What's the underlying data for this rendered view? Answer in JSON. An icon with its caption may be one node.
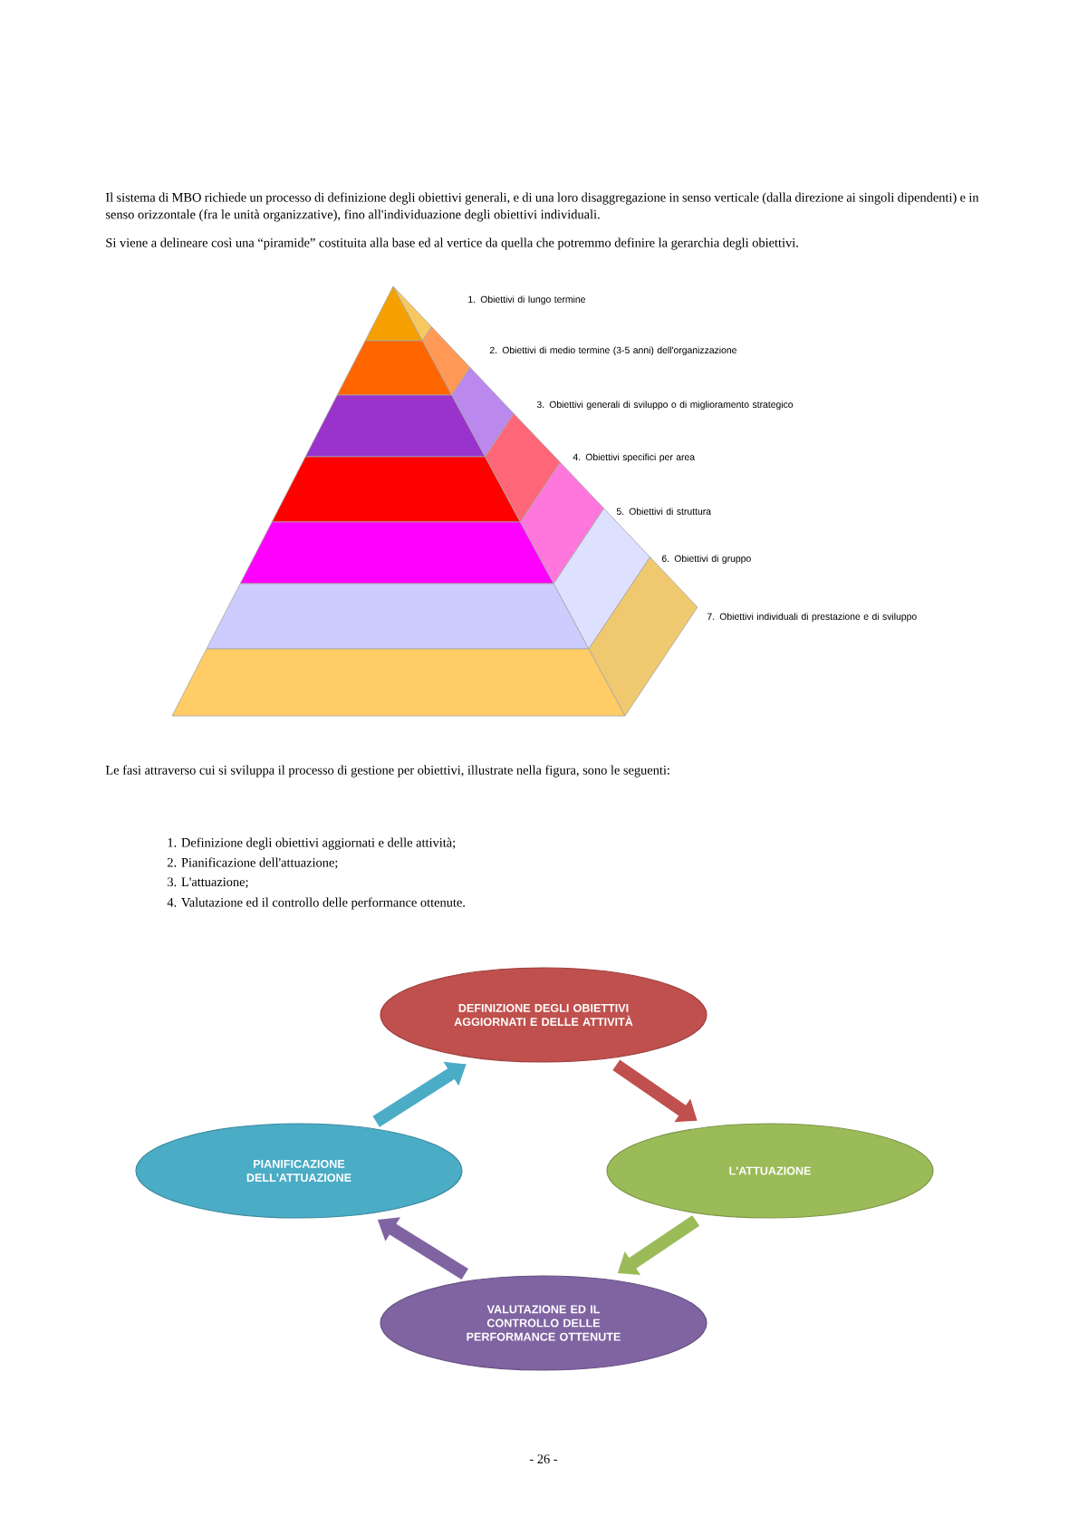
{
  "diagram": {
    "nodes": [
      {
        "text": [],
        "shape": "bar"
      },
      {
        "text": [],
        "shape": "bar"
      },
      {
        "text": [],
        "shape": "bar"
      },
      {
        "text": [],
        "shape": "bar"
      },
      {
        "text": [],
        "shape": "bar"
      },
      {
        "text": [],
        "shape": "bar"
      },
      {
        "text": [],
        "shape": "bar"
      },
      {
        "text": [
          "DEFINIZIONE DEGLI OBIETTIVI AGGIORNATI E DELLE ATTIVITÀ"
        ]
      },
      {
        "text": [
          "L'ATTUAZIONE"
        ]
      },
      {
        "text": [
          "VALUTAZIONE ED IL CONTROLLO DELLE PERFORMANCE OTTENUTE"
        ]
      },
      {
        "text": [
          "PIANIFICAZIONE DELL'ATTUAZIONE"
        ]
      }
    ],
    "edges": [
      {
        "from": 7,
        "to": 8,
        "arrow": "to",
        "color": "#c0504d"
      },
      {
        "from": 8,
        "to": 9,
        "arrow": "to",
        "color": "#9bbb59"
      },
      {
        "from": 9,
        "to": 10,
        "arrow": "to",
        "color": "#8064a2"
      },
      {
        "from": 10,
        "to": 7,
        "arrow": "to",
        "color": "#4bacc6"
      }
    ],
    "labels": [
      "Il sistema di MBO richiede un processo di definizione degli obiettivi generali, e di una loro disaggregazione in senso verticale (dalla direzione ai singoli dipendenti) e in senso orizzontale (fra le unità organizzative), fino all'individuazione degli obiettivi individuali.",
      "Si viene a delineare così una “piramide” costituita alla base ed al vertice da quella che potremmo definire la gerarchia degli obiettivi.",
      "1. Obiettivi di lungo termine",
      "2. Obiettivi di medio termine (3-5 anni) dell'organizzazione",
      "3. Obiettivi generali di sviluppo o di miglioramento strategico",
      "4. Obiettivi specifici per area",
      "5. Obiettivi di struttura",
      "6. Obiettivi di gruppo",
      "7. Obiettivi individuali di prestazione e di sviluppo",
      "Le fasi attraverso cui si sviluppa il processo di gestione per obiettivi, illustrate nella figura, sono le seguenti:",
      "1. Definizione degli obiettivi aggiornati e delle attività;",
      "2. Pianificazione dell'attuazione;",
      "3. L'attuazione;",
      "4. Valutazione ed il controllo delle performance ottenute.",
      "- 26 -"
    ]
  }
}
